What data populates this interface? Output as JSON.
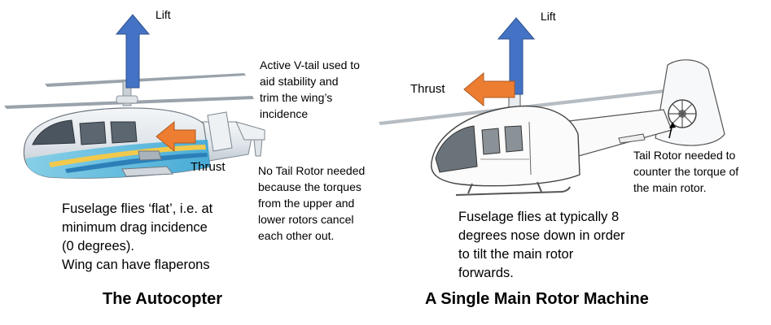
{
  "autocopter": {
    "title": "The Autocopter",
    "lift_label": "Lift",
    "thrust_label": "Thrust",
    "vtail_note": "Active V-tail used to\naid stability and\ntrim the wing’s\nincidence",
    "no_tail_rotor_note": "No Tail Rotor needed\nbecause the torques\nfrom the upper and\nlower rotors cancel\neach other out.",
    "fuselage_note": "Fuselage flies ‘flat’, i.e. at\nminimum drag incidence\n(0 degrees).\nWing can have flaperons"
  },
  "single_rotor": {
    "title": "A Single Main Rotor Machine",
    "lift_label": "Lift",
    "thrust_label": "Thrust",
    "tail_rotor_note": "Tail Rotor needed to\ncounter the torque of\nthe main rotor.",
    "fuselage_note": "Fuselage flies at typically 8\ndegrees nose down in order\nto tilt the main rotor\nforwards."
  },
  "colors": {
    "lift_arrow": "#4472c4",
    "thrust_arrow": "#ed7d31"
  }
}
